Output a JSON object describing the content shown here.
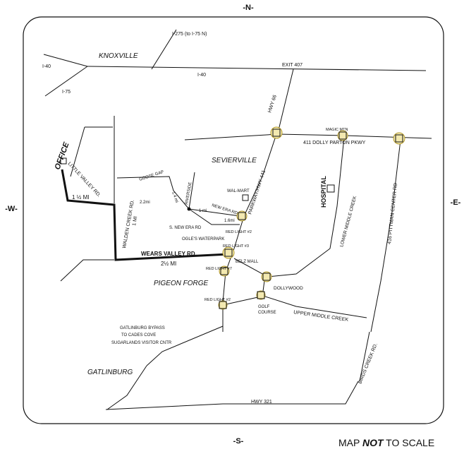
{
  "compass": {
    "north": "-N-",
    "south": "-S-",
    "east": "-E-",
    "west": "-W-"
  },
  "footer": {
    "prefix": "MAP ",
    "emphasis": "NOT",
    "suffix": " TO SCALE"
  },
  "places": {
    "knoxville": "KNOXVILLE",
    "sevierville": "SEVIERVILLE",
    "pigeon_forge": "PIGEON FORGE",
    "gatlinburg": "GATLINBURG",
    "office": "OFFICE",
    "hospital": "HOSPITAL",
    "walmart": "WAL-MART",
    "dollywood": "DOLLYWOOD",
    "golf_course_1": "GOLF",
    "golf_course_2": "COURSE",
    "ogles": "OGLE'S WATERPARK",
    "belz": "BELZ MALL",
    "gatlinburg_bypass_1": "GATLINBURG BYPASS",
    "gatlinburg_bypass_2": "TO CADES COVE",
    "sugarlands": "SUGARLANDS VISITOR CNTR"
  },
  "roads": {
    "i275": "I-275 (to I-75 N)",
    "i40_left": "I-40",
    "i75": "I-75",
    "i40_mid": "I-40",
    "exit407": "EXIT 407",
    "hwy66": "HWY 66",
    "dolly_parton": "411 DOLLY PARTON PKWY",
    "parkway": "PARKWAY/HWY 441",
    "pittman": "416 PITTMAN CENTER RD",
    "lower_middle_creek": "LOWER MIDDLE CREEK",
    "upper_middle_creek": "UPPER MIDDLE CREEK",
    "little_valley": "LITTLE VALLEY RD.",
    "walden_creek": "WALDEN CREEK RD.",
    "wears_valley": "WEARS VALLEY RD.",
    "goose_gap": "GOOSE GAP",
    "riverside": "RIVERSIDE",
    "new_era_1": "NEW ERA RD",
    "new_era_2": "S. NEW ERA RD",
    "beds_creek": "BIRDS CREEK RD.",
    "hwy321": "HWY 321"
  },
  "distances": {
    "little_valley": "1 ½ MI",
    "walden_creek": "1 MI",
    "wears_valley": "2½ MI",
    "goose_gap": "2.2mi",
    "riverside_dist": "1.4 mi",
    "new_era_1": "1 mi",
    "new_era_2": "1.6mi"
  },
  "lights": {
    "magic_mtn": "MAGIC MTN",
    "red_light_2a": "RED LIGHT #2",
    "red_light_3": "RED LIGHT #3",
    "red_light_7": "RED LIGHT #7",
    "red_light_2b": "RED LIGHT #2"
  }
}
